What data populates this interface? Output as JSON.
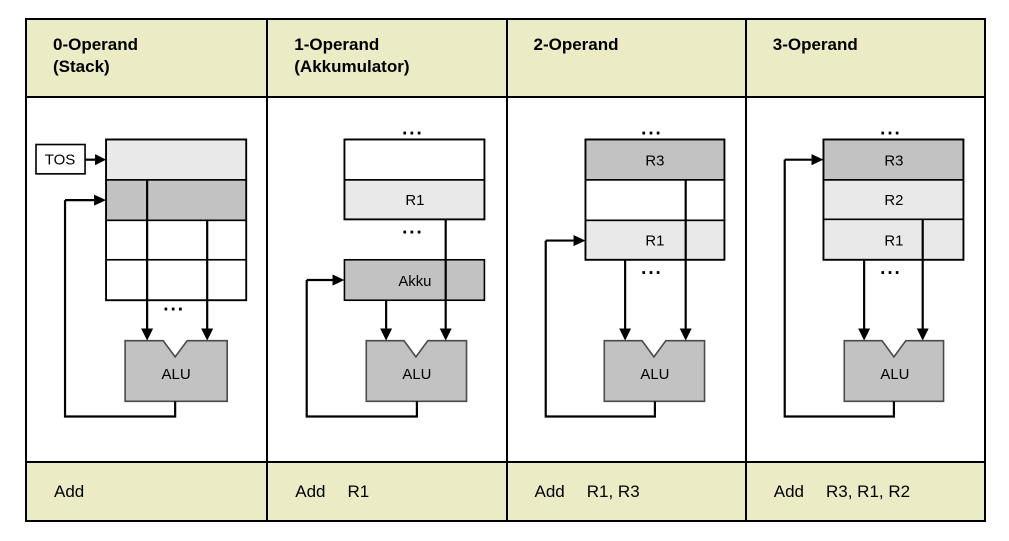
{
  "colors": {
    "header_bg": "#ebecc6",
    "cell_light": "#e9e9e9",
    "cell_dark": "#c2c2c2",
    "line": "#000000",
    "page_bg": "#ffffff"
  },
  "labels": {
    "dots": "...",
    "alu": "ALU",
    "tos": "TOS",
    "akku": "Akku"
  },
  "columns": [
    {
      "header": "0-Operand",
      "header_sub": "(Stack)",
      "registers": [],
      "instruction": {
        "opcode": "Add",
        "operands": ""
      }
    },
    {
      "header": "1-Operand",
      "header_sub": "(Akkumulator)",
      "registers": [
        "R1"
      ],
      "instruction": {
        "opcode": "Add",
        "operands": "R1"
      }
    },
    {
      "header": "2-Operand",
      "header_sub": "",
      "registers": [
        "R3",
        "R1"
      ],
      "instruction": {
        "opcode": "Add",
        "operands": "R1, R3"
      }
    },
    {
      "header": "3-Operand",
      "header_sub": "",
      "registers": [
        "R3",
        "R2",
        "R1"
      ],
      "instruction": {
        "opcode": "Add",
        "operands": "R3, R1, R2"
      }
    }
  ]
}
